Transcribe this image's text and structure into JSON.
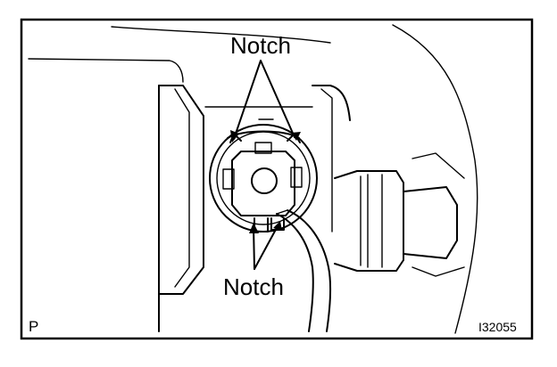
{
  "diagram": {
    "labels": {
      "notch_top": "Notch",
      "notch_bottom": "Notch",
      "corner_mark": "P",
      "figure_id": "I32055"
    }
  }
}
